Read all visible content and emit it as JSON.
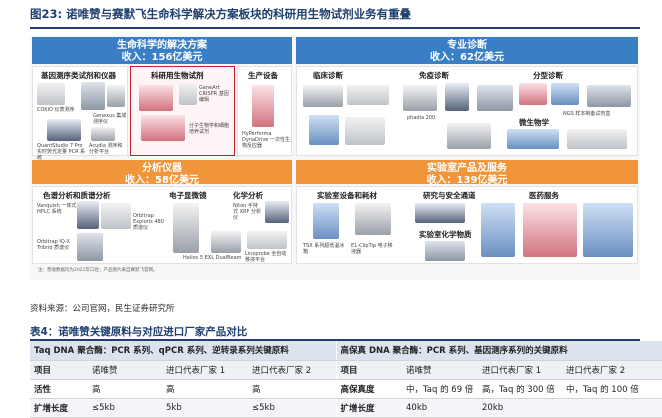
{
  "figure": {
    "title": "图23:    诺唯赞与赛默飞生命科学解决方案板块的科研用生物试剂业务有重叠",
    "segments": {
      "life_science": {
        "title": "生命科学的解决方案",
        "revenue": "收入：156亿美元"
      },
      "specialty_dx": {
        "title": "专业诊断",
        "revenue": "收入：62亿美元"
      },
      "analytical": {
        "title": "分析仪器",
        "revenue": "收入：58亿美元"
      },
      "lab_products": {
        "title": "实验室产品及服务",
        "revenue": "收入：139亿美元"
      }
    },
    "areas": {
      "gene_seq": "基因测序类试剂和仪器",
      "bio_reagents": "科研用生物试剂",
      "bioproduction": "生产设备",
      "clinical_dx": "临床诊断",
      "immuno_dx": "免疫诊断",
      "typing": "分型诊断",
      "microbio": "微生物学",
      "chrom_ms": "色谱分析和质谱分析",
      "electron_microscopy": "电子显微镜",
      "chem_analysis": "化学分析",
      "lab_equipment": "实验室设备和耗材",
      "research_safety": "研究与安全通道",
      "clinical_services": "医药服务",
      "lab_chemicals": "实验室化学物质"
    },
    "product_captions": {
      "coxio": "COXIO 仪表测序",
      "genexus": "Genexus 集成测序仪",
      "quantstudio": "QuantStudio 7 Pro 实时荧光定量 PCR 系统",
      "acudia": "Acudia 测序和分析平台",
      "geneart": "GeneArt CRISPR 基因编辑",
      "magnetic_kit": "分子生物学和细胞培养试剂",
      "hydra": "HyPerforma DynaDrive 一次性生物反应器",
      "phadia": "phadia 200",
      "vanquish": "Vanquish 一体式 HPLC 系统",
      "orbitrap_exploris": "Orbitrap Exploris 480 质谱仪",
      "orbitrap_iqx": "Orbitrap IQ-X Tribrid 质谱仪",
      "niton": "Niton 手持式 XRF 分析仪",
      "helios": "Helios 5 EXL DualBeam",
      "linoprobe": "Linoprobe 全自动移液平台",
      "tsx": "TSX 系列超低温冰箱",
      "e1clip": "E1-ClipTip 电子移液器",
      "ngs_kit": "NGS 样本制备试剂盒"
    },
    "footnote": "注：营收数据均为2021年口径；产品图片来自赛默飞官网。"
  },
  "source": "资料来源：公司官网，民生证券研究所",
  "table": {
    "title": "表4：诺唯赞关键原料与对应进口厂家产品对比",
    "left_heading": "Taq DNA 聚合酶：PCR 系列、qPCR 系列、逆转录系列关键原料",
    "right_heading": "高保真 DNA 聚合酶：PCR 系列、基因测序系列的关键原料",
    "columns": [
      "项目",
      "诺唯赞",
      "进口代表厂家 1",
      "进口代表厂家 2",
      "项目",
      "诺唯赞",
      "进口代表厂家 1",
      "进口代表厂家 2"
    ],
    "rows": [
      [
        "活性",
        "高",
        "高",
        "高",
        "高保真度",
        "中，Taq 的 69 倍",
        "高，Taq 的 300 倍",
        "中，Taq 的 100 倍"
      ],
      [
        "扩增长度",
        "≤5kb",
        "5kb",
        "≤5kb",
        "扩增长度",
        "40kb",
        "20kb",
        ""
      ]
    ]
  }
}
